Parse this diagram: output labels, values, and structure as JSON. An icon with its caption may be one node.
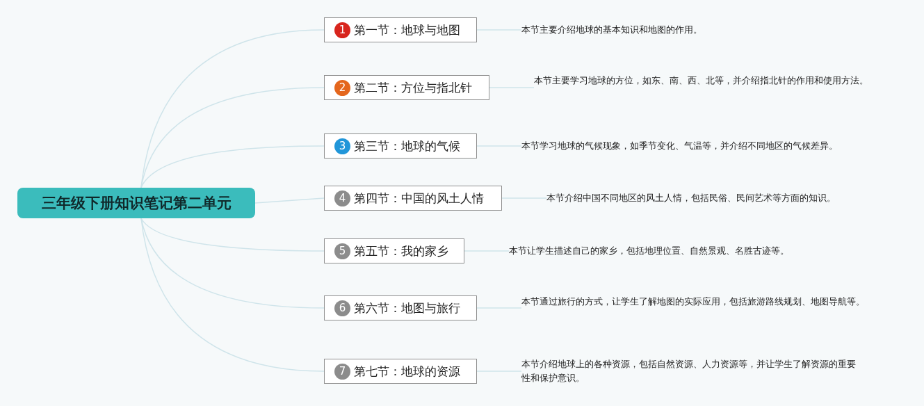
{
  "diagram": {
    "nodes": [
      {
        "text": [
          "三年级下册知识笔记第二单元"
        ]
      },
      {
        "text": [
          "1",
          "第一节：地球与地图"
        ]
      },
      {
        "text": [
          "本节主要介绍地球的基本知识和地图的作用。"
        ]
      },
      {
        "text": [
          "2",
          "第二节：方位与指北针"
        ]
      },
      {
        "text": [
          "本节主要学习地球的方位，如东、南、西、北等，并介绍指北针的作用和使用方法。"
        ]
      },
      {
        "text": [
          "3",
          "第三节：地球的气候"
        ]
      },
      {
        "text": [
          "本节学习地球的气候现象，如季节变化、气温等，并介绍不同地区的气候差异。"
        ]
      },
      {
        "text": [
          "4",
          "第四节：中国的风土人情"
        ]
      },
      {
        "text": [
          "本节介绍中国不同地区的风土人情，包括民俗、民间艺术等方面的知识。"
        ]
      },
      {
        "text": [
          "5",
          "第五节：我的家乡"
        ]
      },
      {
        "text": [
          "本节让学生描述自己的家乡，包括地理位置、自然景观、名胜古迹等。"
        ]
      },
      {
        "text": [
          "6",
          "第六节：地图与旅行"
        ]
      },
      {
        "text": [
          "本节通过旅行的方式，让学生了解地图的实际应用，包括旅游路线规划、地图导航等。"
        ]
      },
      {
        "text": [
          "7",
          "第七节：地球的资源"
        ]
      },
      {
        "text": [
          "本节介绍地球上的各种资源，包括自然资源、人力资源等，并让学生了解资源的重要性和保护意识。"
        ]
      }
    ],
    "edges": [
      {
        "from": 0,
        "to": 1,
        "arrow": "none"
      },
      {
        "from": 1,
        "to": 2,
        "arrow": "none"
      },
      {
        "from": 0,
        "to": 3,
        "arrow": "none"
      },
      {
        "from": 3,
        "to": 4,
        "arrow": "none"
      },
      {
        "from": 0,
        "to": 5,
        "arrow": "none"
      },
      {
        "from": 5,
        "to": 6,
        "arrow": "none"
      },
      {
        "from": 0,
        "to": 7,
        "arrow": "none"
      },
      {
        "from": 7,
        "to": 8,
        "arrow": "none"
      },
      {
        "from": 0,
        "to": 9,
        "arrow": "none"
      },
      {
        "from": 9,
        "to": 10,
        "arrow": "none"
      },
      {
        "from": 0,
        "to": 11,
        "arrow": "none"
      },
      {
        "from": 11,
        "to": 12,
        "arrow": "none"
      },
      {
        "from": 0,
        "to": 13,
        "arrow": "none"
      },
      {
        "from": 13,
        "to": 14,
        "arrow": "none"
      }
    ]
  }
}
